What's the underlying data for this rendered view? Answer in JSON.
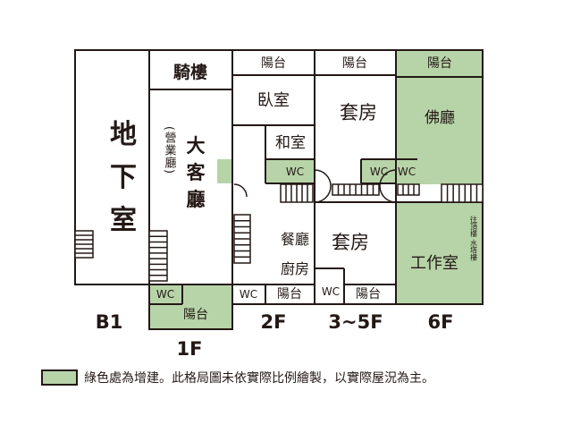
{
  "colors": {
    "line": "#231815",
    "addition_green": "#b7d4a8",
    "background": "#ffffff"
  },
  "basement": {
    "room": "地下室",
    "floor_label": "B1"
  },
  "floor1": {
    "arcade": "騎樓",
    "living_room": "大客廳",
    "business_hall": "(營業廳)",
    "wc": "WC",
    "balcony": "陽台",
    "floor_label": "1F"
  },
  "floor2": {
    "balcony_top": "陽台",
    "bedroom": "臥室",
    "japanese_room": "和室",
    "wc_upper": "WC",
    "dining": "餐廳",
    "kitchen": "廚房",
    "wc_lower": "WC",
    "balcony_bottom": "陽台",
    "floor_label": "2F"
  },
  "floor3_5": {
    "balcony_top": "陽台",
    "suite_upper": "套房",
    "wc_upper": "WC",
    "suite_lower": "套房",
    "wc_lower": "WC",
    "balcony_bottom": "陽台",
    "floor_label": "3~5F"
  },
  "floor6": {
    "balcony": "陽台",
    "buddha_hall": "佛廳",
    "wc": "WC",
    "study": "工作室",
    "water_tank_note": "往頂樓 水塔樓",
    "floor_label": "6F"
  },
  "legend": {
    "text": "綠色處為增建。此格局圖未依實際比例繪製，以實際屋況為主。"
  }
}
